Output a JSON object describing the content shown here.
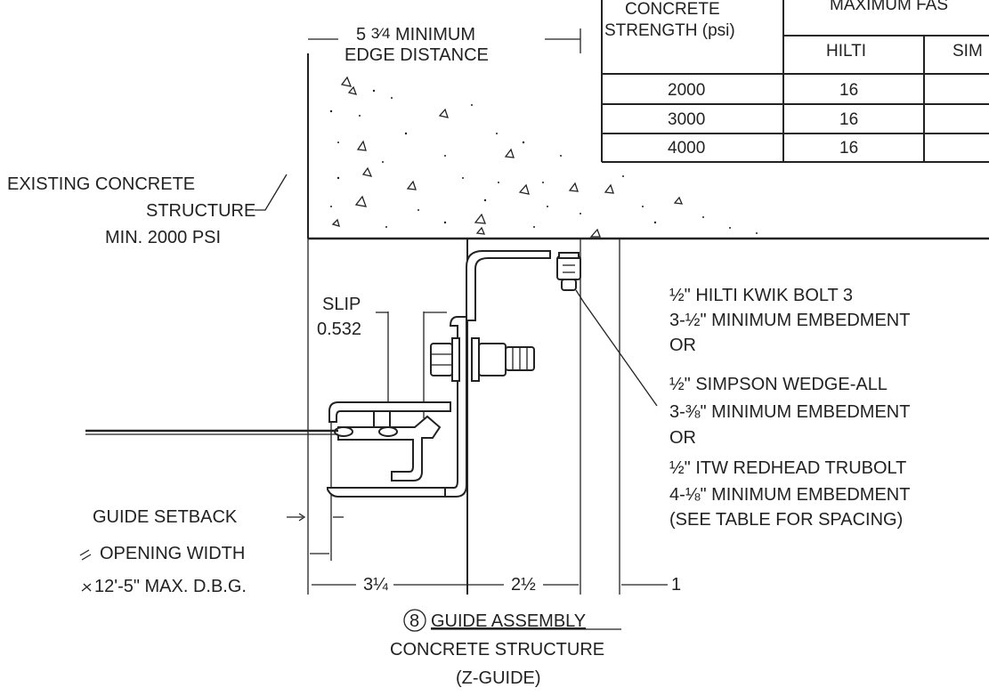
{
  "edge_distance": {
    "line1_prefix": "5 ",
    "line1_fraction": "3⁄4",
    "line1_suffix": " MINIMUM",
    "line2": "EDGE DISTANCE"
  },
  "table": {
    "col1_header_line1": "CONCRETE",
    "col1_header_line2": "STRENGTH (psi)",
    "group_header": "MAXIMUM FAS",
    "sub_header_hilti": "HILTI",
    "sub_header_simpson": "SIM",
    "rows": [
      {
        "strength": "2000",
        "hilti": "16"
      },
      {
        "strength": "3000",
        "hilti": "16"
      },
      {
        "strength": "4000",
        "hilti": "16"
      }
    ]
  },
  "existing_structure": {
    "line1": "EXISTING CONCRETE",
    "line2": "STRUCTURE",
    "line3": "MIN. 2000 PSI"
  },
  "slip": {
    "label": "SLIP",
    "value": "0.532"
  },
  "anchor_notes": {
    "kwik_bolt_size": "½\"",
    "kwik_bolt_name": " HILTI KWIK BOLT 3",
    "kwik_bolt_embed_whole": "3-",
    "kwik_bolt_embed_frac": "½\"",
    "kwik_bolt_embed_rest": " MINIMUM EMBEDMENT",
    "or_1": "OR",
    "wedge_size": "½\"",
    "wedge_name": " SIMPSON WEDGE-ALL",
    "wedge_embed_whole": "3-",
    "wedge_embed_frac": "⅜\"",
    "wedge_embed_rest": " MINIMUM EMBEDMENT",
    "or_2": "OR",
    "trubolt_size": "½\"",
    "trubolt_name": " ITW REDHEAD TRUBOLT",
    "trubolt_embed_whole": "4-",
    "trubolt_embed_frac": "⅛\"",
    "trubolt_embed_rest": " MINIMUM EMBEDMENT",
    "spacing_note": "(SEE TABLE FOR SPACING)"
  },
  "dimensions": {
    "guide_setback": "GUIDE SETBACK",
    "opening_width": "OPENING WIDTH",
    "dbg": "12'-5\" MAX. D.B.G.",
    "dim_1": "3¼",
    "dim_2": "2½",
    "dim_3": "1"
  },
  "caption": {
    "number": "8",
    "title": "GUIDE ASSEMBLY",
    "line2": "CONCRETE STRUCTURE",
    "line3": "(Z-GUIDE)"
  },
  "colors": {
    "ink": "#222222",
    "paper": "#ffffff"
  }
}
